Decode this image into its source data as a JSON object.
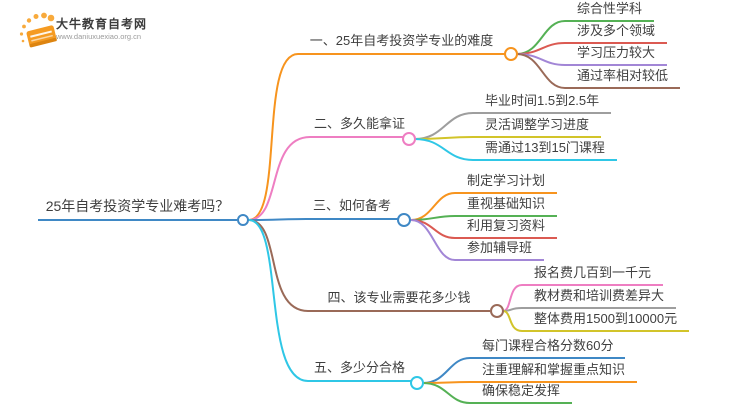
{
  "logo": {
    "title": "大牛教育自考网",
    "url": "www.daniuxuexiao.org.cn",
    "icon": "book-icon",
    "book_color": "#F59B22",
    "book_edge_color": "#DD8410",
    "dot_color": "#F8AA3C"
  },
  "colors": {
    "blue": "#3F88C5",
    "orange": "#F7941E",
    "pink": "#EE7EC2",
    "brown": "#9A6A58",
    "cyan": "#2FC7E6",
    "green": "#55B155",
    "red": "#DB5A52",
    "purple": "#A286D6",
    "gray": "#9E9E9E",
    "yellow": "#D2C42A",
    "ink": "#3F3F3F"
  },
  "mindmap": {
    "root": {
      "label": "25年自考投资学专业难考吗？",
      "color": "blue"
    },
    "branches": [
      {
        "label": "一、25年自考投资学专业的难度",
        "color": "orange",
        "children": [
          {
            "label": "综合性学科",
            "color": "green"
          },
          {
            "label": "涉及多个领域",
            "color": "red"
          },
          {
            "label": "学习压力较大",
            "color": "purple"
          },
          {
            "label": "通过率相对较低",
            "color": "brown"
          }
        ]
      },
      {
        "label": "二、多久能拿证",
        "color": "pink",
        "children": [
          {
            "label": "毕业时间1.5到2.5年",
            "color": "gray"
          },
          {
            "label": "灵活调整学习进度",
            "color": "yellow"
          },
          {
            "label": "需通过13到15门课程",
            "color": "cyan"
          }
        ]
      },
      {
        "label": "三、如何备考",
        "color": "blue",
        "children": [
          {
            "label": "制定学习计划",
            "color": "orange"
          },
          {
            "label": "重视基础知识",
            "color": "green"
          },
          {
            "label": "利用复习资料",
            "color": "red"
          },
          {
            "label": "参加辅导班",
            "color": "purple"
          }
        ]
      },
      {
        "label": "四、该专业需要花多少钱",
        "color": "brown",
        "children": [
          {
            "label": "报名费几百到一千元",
            "color": "pink"
          },
          {
            "label": "教材费和培训费差异大",
            "color": "gray"
          },
          {
            "label": "整体费用1500到10000元",
            "color": "yellow"
          }
        ]
      },
      {
        "label": "五、多少分合格",
        "color": "cyan",
        "children": [
          {
            "label": "每门课程合格分数60分",
            "color": "blue"
          },
          {
            "label": "注重理解和掌握重点知识",
            "color": "orange"
          },
          {
            "label": "确保稳定发挥",
            "color": "green"
          }
        ]
      }
    ]
  }
}
